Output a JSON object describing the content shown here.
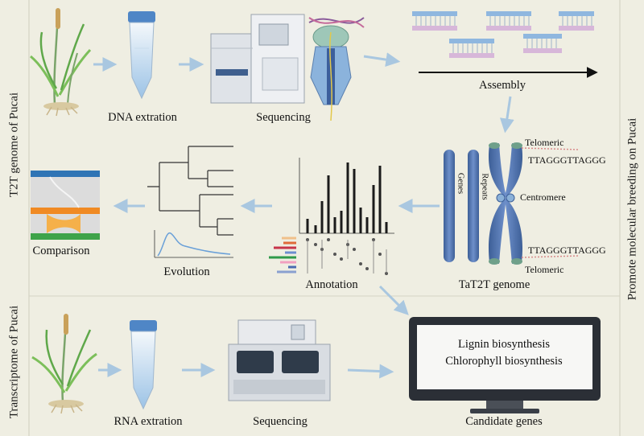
{
  "side_labels": {
    "top_left": "T2T genome of Pucai",
    "bottom_left": "Transcriptome  of Pucai",
    "right": "Promote molecular breeding on Pucai"
  },
  "steps": {
    "dna_extraction": "DNA extration",
    "sequencing_top": "Sequencing",
    "assembly": "Assembly",
    "comparison": "Comparison",
    "evolution": "Evolution",
    "annotation": "Annotation",
    "genome": "TaT2T genome",
    "rna_extraction": "RNA extration",
    "sequencing_bottom": "Sequencing",
    "candidate_genes": "Candidate genes"
  },
  "chromosome": {
    "telomeric_top": "Telomeric",
    "telomeric_bottom": "Telomeric",
    "seq_top": "TTAGGGTTAGGG",
    "seq_bottom": "TTAGGGTTAGGG",
    "centromere": "Centromere",
    "genes": "Genes",
    "repeats": "Repeats"
  },
  "monitor": {
    "line1": "Lignin biosynthesis",
    "line2": "Chlorophyll biosynthesis"
  },
  "colors": {
    "background": "#efeee2",
    "arrow": "#a9c7e0",
    "chromosome": "#4a6fa8",
    "telomere": "#6fa08a",
    "comparison_blue": "#2f74b5",
    "comparison_orange": "#f08a24",
    "comparison_green": "#3ea34a"
  }
}
